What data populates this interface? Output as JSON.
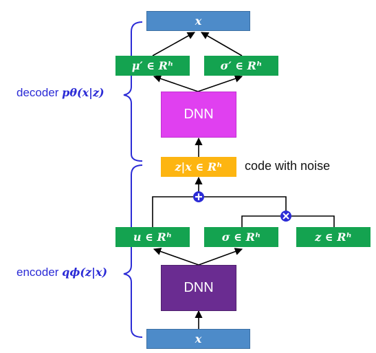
{
  "decoder": {
    "label_text": "decoder ",
    "label_math": "pθ(x|z)",
    "output_x": "x",
    "mu_prime": "μ′ ∈ Rʰ",
    "sigma_prime": "σ′ ∈ Rʰ",
    "dnn": "DNN"
  },
  "latent": {
    "code": "z|x ∈ Rʰ",
    "note": "code with noise"
  },
  "encoder": {
    "label_text": "encoder ",
    "label_math": "qϕ(z|x)",
    "mu": "u ∈ Rʰ",
    "sigma": "σ ∈ Rʰ",
    "noise": "z ∈ Rʰ",
    "dnn": "DNN",
    "input_x": "x"
  },
  "colors": {
    "input_output_box": "#4d8bc9",
    "param_box": "#14a350",
    "code_box": "#fdb511",
    "decoder_dnn": "#e040f0",
    "encoder_dnn": "#6a2c91",
    "brace_and_labels": "#2b2bd6",
    "operator_circle": "#2b2bd6"
  },
  "operators": [
    "plus-operator",
    "multiply-operator"
  ]
}
